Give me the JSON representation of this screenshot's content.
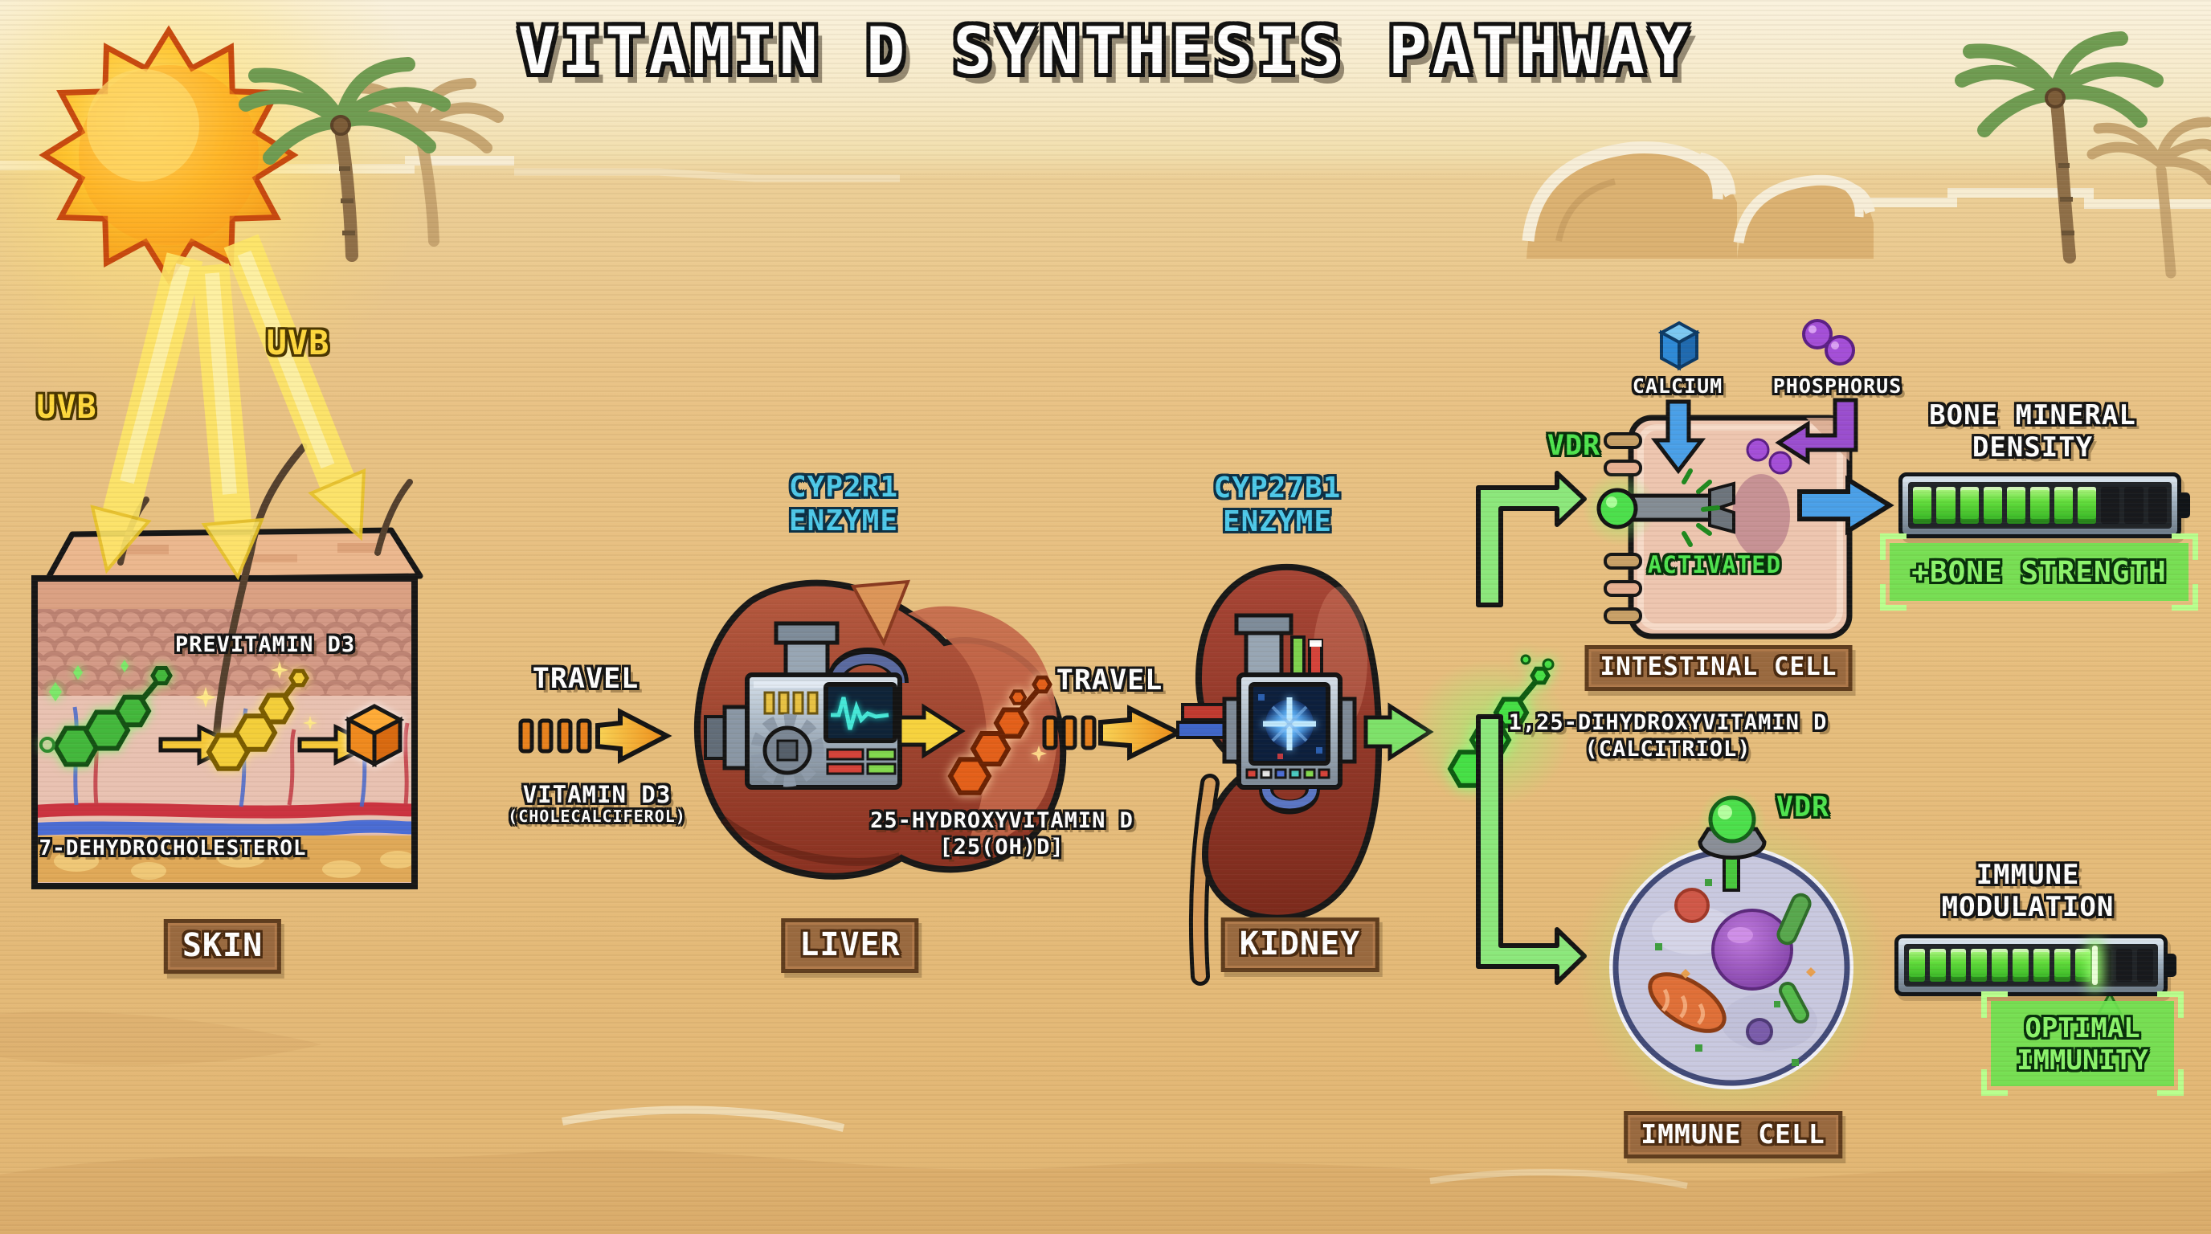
{
  "title": "VITAMIN D SYNTHESIS PATHWAY",
  "uvb": {
    "left": "UVB",
    "right": "UVB"
  },
  "skin": {
    "previtamin": "PREVITAMIN D3",
    "substrate": "7-DEHYDROCHOLESTEROL",
    "badge": "SKIN"
  },
  "travel1": {
    "label": "TRAVEL",
    "product1": "VITAMIN D3",
    "product2": "(CHOLECALCIFEROL)"
  },
  "liver": {
    "enzyme1": "CYP2R1",
    "enzyme2": "ENZYME",
    "badge": "LIVER",
    "product1": "25-HYDROXYVITAMIN D",
    "product2": "[25(OH)D]"
  },
  "travel2": {
    "label": "TRAVEL"
  },
  "kidney": {
    "enzyme1": "CYP27B1",
    "enzyme2": "ENZYME",
    "badge": "KIDNEY"
  },
  "calcitriol": {
    "name1": "1,25-DIHYDROXYVITAMIN D",
    "name2": "(CALCITRIOL)"
  },
  "intestinal": {
    "vdr": "VDR",
    "calcium": "CALCIUM",
    "phosphorus": "PHOSPHORUS",
    "activated": "ACTIVATED",
    "badge": "INTESTINAL CELL"
  },
  "bone": {
    "title1": "BONE MINERAL",
    "title2": "DENSITY",
    "result": "+BONE STRENGTH",
    "meter": {
      "total": 11,
      "filled": 8
    }
  },
  "immune": {
    "vdr": "VDR",
    "badge": "IMMUNE CELL",
    "title1": "IMMUNE",
    "title2": "MODULATION",
    "result1": "OPTIMAL",
    "result2": "IMMUNITY",
    "meter": {
      "total": 12,
      "filled": 9
    }
  },
  "colors": {
    "uvb_yellow": "#ffd93e",
    "enzyme_cyan": "#4ec9ea",
    "vdr_green": "#4fe44f",
    "battery_green": "#62dd3c",
    "badge_brown": "#9a6a40",
    "result_green": "#6ee250"
  }
}
